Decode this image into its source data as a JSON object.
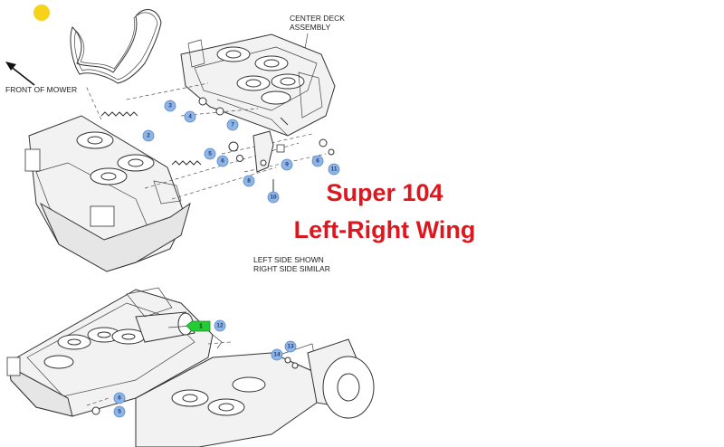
{
  "labels": {
    "center_deck": [
      "CENTER DECK",
      "ASSEMBLY"
    ],
    "front_of_mower": "FRONT OF MOWER",
    "side_note": [
      "LEFT SIDE SHOWN",
      "RIGHT SIDE SIMILAR"
    ]
  },
  "title": {
    "line1": "Super 104",
    "line2": "Left-Right Wing"
  },
  "callouts_top": [
    "3",
    "4",
    "2",
    "7",
    "5",
    "6",
    "8",
    "9",
    "10",
    "6",
    "11"
  ],
  "callouts_bottom": [
    "12",
    "13",
    "14",
    "6",
    "5"
  ],
  "green_tag": "1",
  "colors": {
    "title": "#e0161f",
    "callout_fill": "#8fb4e6",
    "callout_text": "#1f3f78",
    "marker_dot": "#f7d21a",
    "green_tag": "#22cc33"
  }
}
